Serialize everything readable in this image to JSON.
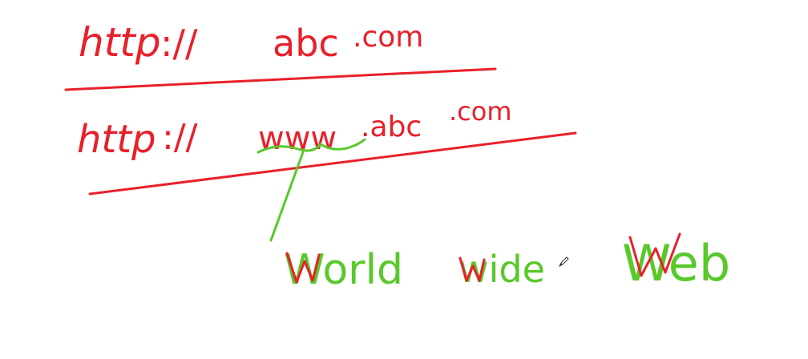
{
  "whiteboard": {
    "line1": {
      "scheme": "http",
      "separator": "://",
      "domain": "abc",
      "tld": ".com"
    },
    "line2": {
      "scheme": "http",
      "separator": "://",
      "subdomain": "www",
      "domain": ".abc",
      "tld": ".com"
    },
    "expansion": {
      "word1": "World",
      "word2": "wide",
      "word3": "Web"
    },
    "colors": {
      "red_ink": "#e8202a",
      "green_ink": "#59c82b",
      "background": "#ffffff"
    },
    "tool": "pen-cursor-icon"
  }
}
